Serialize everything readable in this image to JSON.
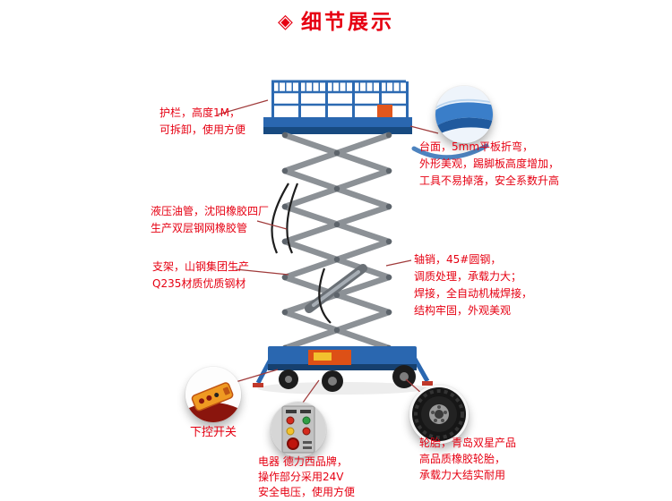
{
  "page": {
    "title": "细节展示",
    "title_icon_glyph": "◈",
    "accent_color": "#e60012",
    "background": "#ffffff"
  },
  "machine_colors": {
    "platform_blue": "#2a67b0",
    "deck_dark_blue": "#174a80",
    "scissor_gray": "#8c9196",
    "joint_gray": "#5d646b",
    "power_box_orange": "#dd5016",
    "wheel_black": "#1c1c1c",
    "leader_line_red": "#a03b3b"
  },
  "callouts": {
    "guardrail": {
      "lines": [
        "护栏，高度1M，",
        "可拆卸，使用方便"
      ]
    },
    "platform": {
      "lines": [
        "台面，5mm平板折弯，",
        "外形美观，踢脚板高度增加，",
        "工具不易掉落，安全系数升高"
      ]
    },
    "hydraulic_hose": {
      "lines": [
        "液压油管，沈阳橡胶四厂",
        "生产双层钢网橡胶管"
      ]
    },
    "frame": {
      "lines": [
        "支架，山钢集团生产",
        "Q235材质优质钢材"
      ]
    },
    "axle_pin": {
      "lines": [
        "轴销，45#圆钢，",
        "调质处理，承载力大；",
        "焊接，全自动机械焊接，",
        "结构牢固，外观美观"
      ]
    },
    "lower_control": {
      "label": "下控开关"
    },
    "electric": {
      "lines": [
        "电器 德力西品牌，",
        "操作部分采用24V",
        "安全电压，使用方便"
      ]
    },
    "tire": {
      "lines": [
        "轮胎，青岛双星产品",
        "高品质橡胶轮胎，",
        "承载力大结实耐用"
      ]
    }
  }
}
